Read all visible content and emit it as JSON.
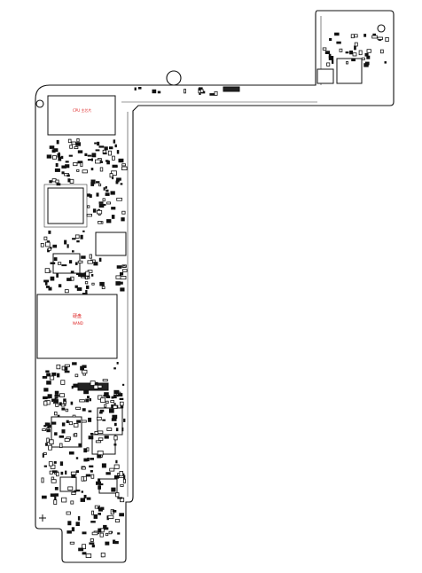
{
  "diagram": {
    "chips": [
      {
        "id": "cpu-top",
        "label": "CPU 主芯片"
      },
      {
        "id": "nand",
        "label": "硬盘",
        "sub": "NAND"
      }
    ]
  }
}
